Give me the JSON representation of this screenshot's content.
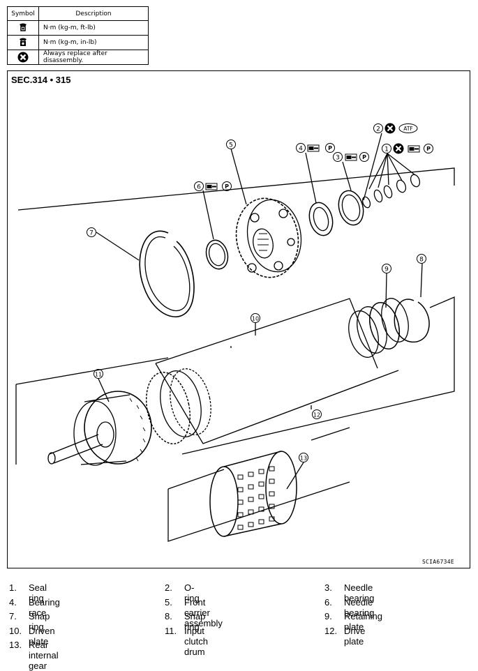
{
  "legend": {
    "header_symbol": "Symbol",
    "header_description": "Description",
    "rows": [
      {
        "icon": "torque-ft-lb-icon",
        "description": "N·m (kg-m, ft-lb)"
      },
      {
        "icon": "torque-in-lb-icon",
        "description": "N·m (kg-m, in-lb)"
      },
      {
        "icon": "replace-icon",
        "description": "Always replace after disassembly."
      }
    ]
  },
  "diagram": {
    "section": "SEC.314 • 315",
    "figure_code": "SCIA6734E",
    "callouts": [
      "1",
      "2",
      "3",
      "4",
      "5",
      "6",
      "7",
      "8",
      "9",
      "10",
      "11",
      "12",
      "13"
    ],
    "atf_label": "ATF",
    "petroleum_jelly_label": "P"
  },
  "parts": [
    {
      "num": "1.",
      "name": "Seal ring"
    },
    {
      "num": "2.",
      "name": "O-ring"
    },
    {
      "num": "3.",
      "name": "Needle bearing"
    },
    {
      "num": "4.",
      "name": "Bearing race"
    },
    {
      "num": "5.",
      "name": "Front carrier assembly"
    },
    {
      "num": "6.",
      "name": "Needle bearing"
    },
    {
      "num": "7.",
      "name": "Snap ring"
    },
    {
      "num": "8.",
      "name": "Snap ring"
    },
    {
      "num": "9.",
      "name": "Retaining plate"
    },
    {
      "num": "10.",
      "name": "Driven plate"
    },
    {
      "num": "11.",
      "name": "Input clutch drum"
    },
    {
      "num": "12.",
      "name": "Drive plate"
    },
    {
      "num": "13.",
      "name": "Rear internal gear"
    }
  ],
  "colors": {
    "line": "#000000",
    "background": "#ffffff"
  }
}
